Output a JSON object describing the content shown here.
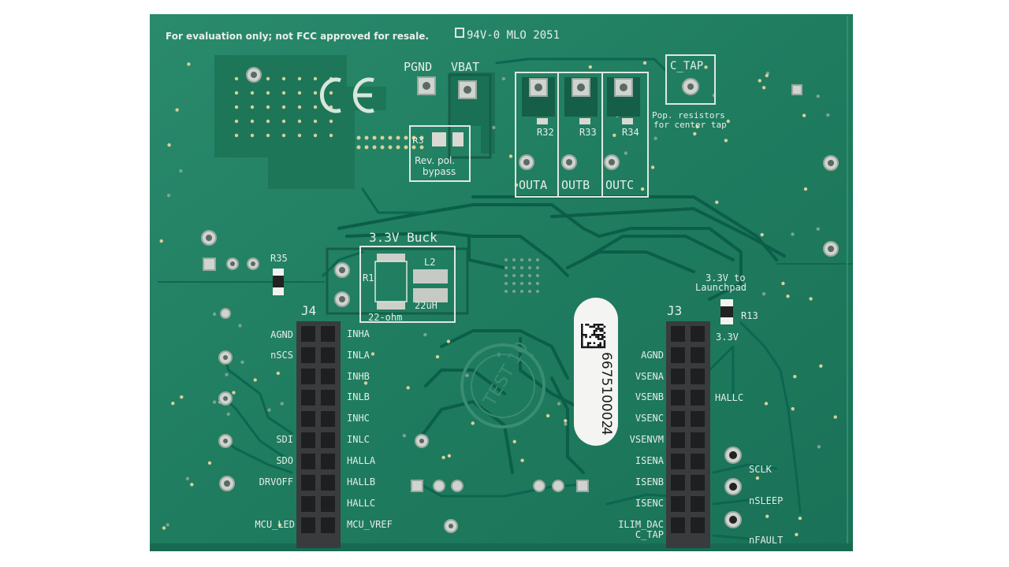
{
  "board": {
    "notice": "For evaluation only; not FCC approved for resale.",
    "rating": "94V-0 MLO 2051",
    "ce_mark": "CE",
    "test_seal": "TEST 10",
    "barcode_number": "667510002",
    "barcode_number_tail": "4"
  },
  "power": {
    "pgnd": "PGND",
    "vbat": "VBAT",
    "bypass_line1": "Rev. pol.",
    "bypass_line2": "bypass",
    "bypass_ref": "R3"
  },
  "outputs": {
    "resistors": [
      "R32",
      "R33",
      "R34"
    ],
    "labels": [
      "OUTA",
      "OUTB",
      "OUTC"
    ],
    "ctap": "C_TAP",
    "ctap_note1": "Pop. resistors",
    "ctap_note2": "for center tap"
  },
  "buck": {
    "title": "3.3V Buck",
    "r1": "R1",
    "l2": "L2",
    "res_value": "22-ohm",
    "ind_value": "22uH",
    "r35": "R35"
  },
  "launchpad": {
    "line1": "3.3V to",
    "line2": "Launchpad",
    "r13": "R13",
    "v33": "3.3V"
  },
  "j4": {
    "name": "J4",
    "left_labels": [
      "AGND",
      "nSCS",
      "SDI",
      "SDO",
      "DRVOFF",
      "MCU_LED"
    ],
    "right_labels": [
      "INHA",
      "INLA",
      "INHB",
      "INLB",
      "INHC",
      "INLC",
      "HALLA",
      "HALLB",
      "HALLC",
      "MCU_VREF"
    ]
  },
  "j3": {
    "name": "J3",
    "left_labels": [
      "AGND",
      "VSENA",
      "VSENB",
      "VSENC",
      "VSENVM",
      "ISENA",
      "ISENB",
      "ISENC",
      "ILIM_DAC",
      "C_TAP"
    ],
    "right_labels": [
      "HALLC",
      "SCLK",
      "nSLEEP",
      "nFAULT"
    ]
  },
  "colors": {
    "board": "#1e7a5e",
    "board_light": "#2a8a6c",
    "silkscreen": "#e8efe9",
    "trace": "#0b5e48",
    "header": "#3a3b3c"
  }
}
